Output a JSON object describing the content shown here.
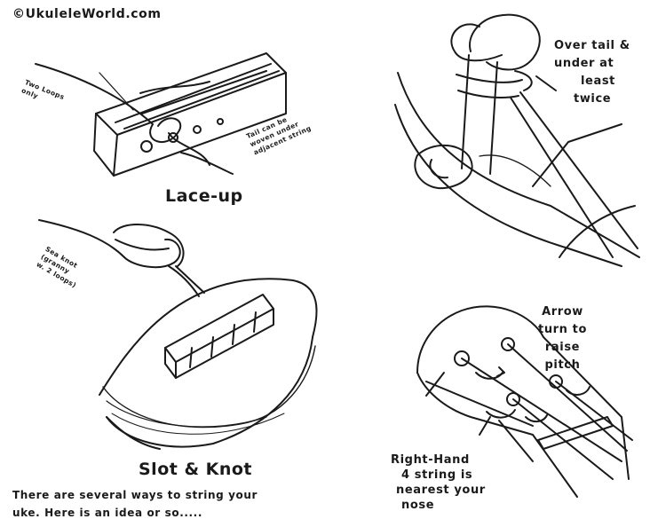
{
  "site": {
    "watermark": "©UkuleleWorld.com"
  },
  "panels": {
    "lace_up": {
      "title": "Lace-up",
      "note_left": [
        "Two Loops",
        "only"
      ],
      "note_right": [
        "Tail can be",
        "woven under",
        "adjacent string"
      ]
    },
    "over_tail": {
      "caption": [
        "Over tail &",
        "under at",
        "least",
        "twice"
      ]
    },
    "slot_knot": {
      "title": "Slot & Knot",
      "note": [
        "Sea knot",
        "(granny",
        "w. 2 loops)"
      ]
    },
    "headstock": {
      "arrow_note": [
        "Arrow",
        "turn to",
        "raise",
        "pitch"
      ],
      "right_hand_note": [
        "Right-Hand",
        "4 string is",
        "nearest your",
        "nose"
      ]
    }
  },
  "footer": {
    "line1": "There are several ways to string your",
    "line2": "uke.  Here is an idea or so....."
  }
}
